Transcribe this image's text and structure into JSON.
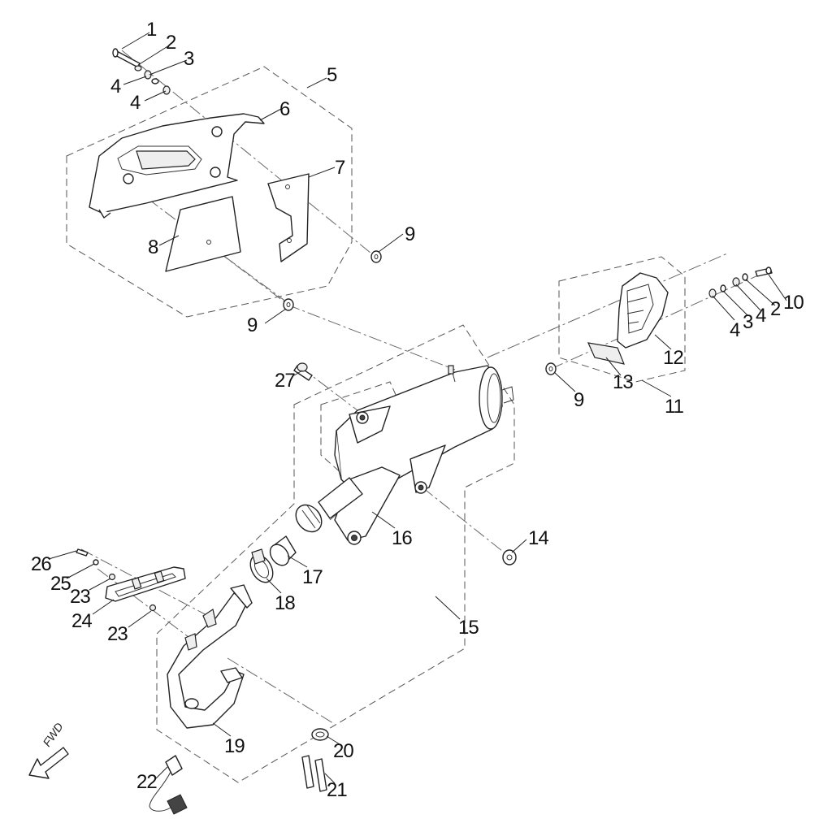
{
  "diagram": {
    "fwd_label": "FWD",
    "callouts": [
      {
        "id": "c1",
        "text": "1"
      },
      {
        "id": "c2a",
        "text": "2"
      },
      {
        "id": "c3a",
        "text": "3"
      },
      {
        "id": "c4a",
        "text": "4"
      },
      {
        "id": "c4b",
        "text": "4"
      },
      {
        "id": "c5",
        "text": "5"
      },
      {
        "id": "c6",
        "text": "6"
      },
      {
        "id": "c7",
        "text": "7"
      },
      {
        "id": "c8",
        "text": "8"
      },
      {
        "id": "c9a",
        "text": "9"
      },
      {
        "id": "c9b",
        "text": "9"
      },
      {
        "id": "c10",
        "text": "10"
      },
      {
        "id": "c2b",
        "text": "2"
      },
      {
        "id": "c4c",
        "text": "4"
      },
      {
        "id": "c3b",
        "text": "3"
      },
      {
        "id": "c4d",
        "text": "4"
      },
      {
        "id": "c12",
        "text": "12"
      },
      {
        "id": "c13",
        "text": "13"
      },
      {
        "id": "c9c",
        "text": "9"
      },
      {
        "id": "c11",
        "text": "11"
      },
      {
        "id": "c27",
        "text": "27"
      },
      {
        "id": "c16",
        "text": "16"
      },
      {
        "id": "c14",
        "text": "14"
      },
      {
        "id": "c17",
        "text": "17"
      },
      {
        "id": "c18",
        "text": "18"
      },
      {
        "id": "c15",
        "text": "15"
      },
      {
        "id": "c26",
        "text": "26"
      },
      {
        "id": "c25",
        "text": "25"
      },
      {
        "id": "c23a",
        "text": "23"
      },
      {
        "id": "c24",
        "text": "24"
      },
      {
        "id": "c23b",
        "text": "23"
      },
      {
        "id": "c19",
        "text": "19"
      },
      {
        "id": "c20",
        "text": "20"
      },
      {
        "id": "c21",
        "text": "21"
      },
      {
        "id": "c22",
        "text": "22"
      }
    ]
  }
}
